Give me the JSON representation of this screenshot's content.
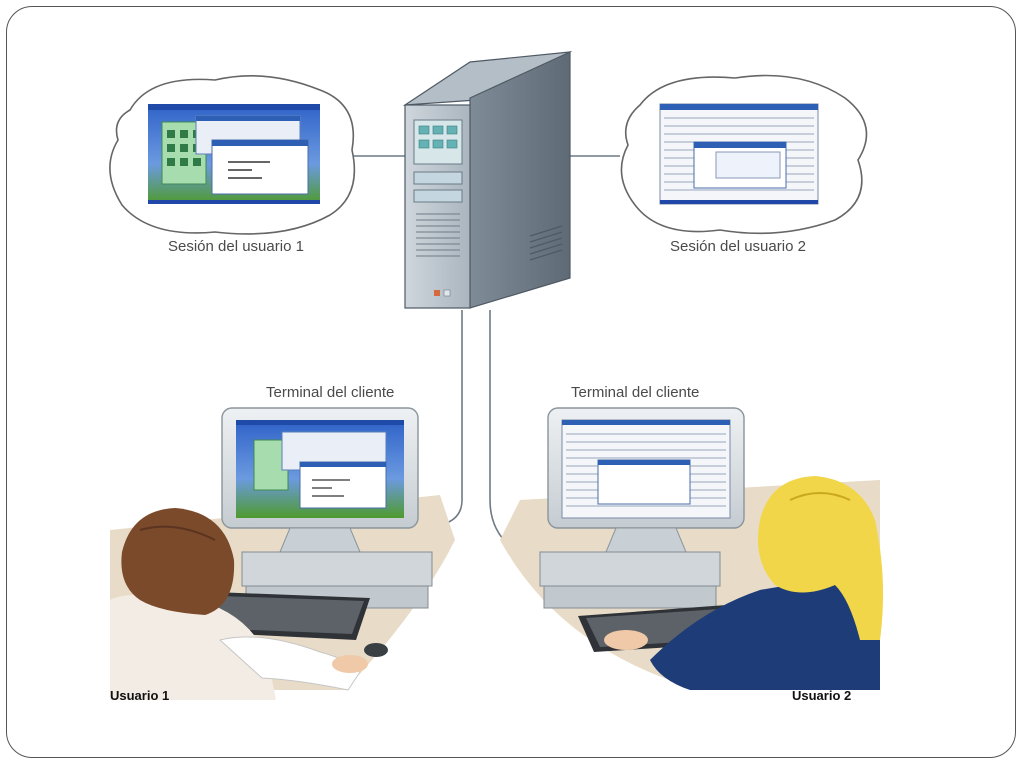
{
  "labels": {
    "session_user_1": "Sesión del usuario 1",
    "session_user_2": "Sesión del usuario 2",
    "terminal_left": "Terminal del cliente",
    "terminal_right": "Terminal del cliente",
    "user_1": "Usuario 1",
    "user_2": "Usuario 2"
  },
  "colors": {
    "frame_border": "#555555",
    "server_body": "#8e9aa6",
    "connector": "#6f7a84",
    "xp_sky": "#3a6fd0",
    "xp_grass": "#4f9a2e",
    "window_green": "#a6dcae",
    "monitor_shell": "#d8dde0",
    "desk": "#e8dcc8",
    "user1_hair": "#7b4a2a",
    "user2_hair": "#f2d64a",
    "user2_sweater": "#1e3c78"
  },
  "icons": {
    "server": "server-tower-icon",
    "cloud_left": "session-cloud-icon",
    "cloud_right": "session-cloud-icon"
  }
}
